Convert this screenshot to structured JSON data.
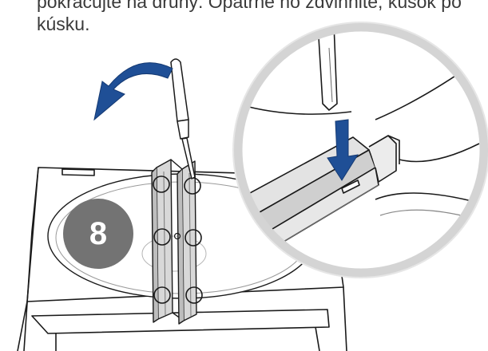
{
  "instruction": {
    "line1": "pokračujte na druhý. Opatrne ho zdvihnite, kúsok po",
    "line2": "kúsku."
  },
  "step": {
    "number": "8"
  },
  "colors": {
    "arrow_blue": "#1f4f96",
    "badge_gray": "#737373",
    "magnifier_ring": "#d4d4d4",
    "line_art": "#1a1a1a",
    "text": "#3a3a3a"
  },
  "icons": {
    "rotate_arrow": "curved-arrow-left-icon",
    "push_arrow": "arrow-down-icon",
    "tool": "screwdriver-icon",
    "zoom": "magnifier-callout"
  }
}
